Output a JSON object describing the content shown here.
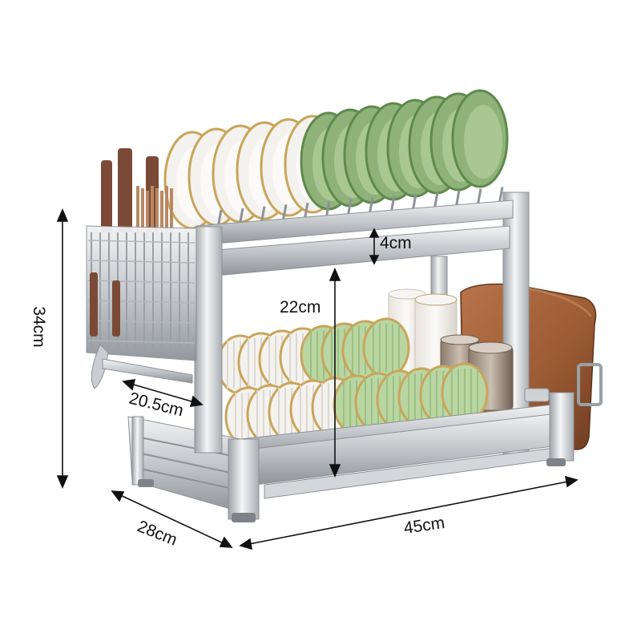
{
  "dimensions": {
    "height_total": "34cm",
    "clearance_top": "4cm",
    "tier_gap": "22cm",
    "holder_depth": "20.5cm",
    "depth": "28cm",
    "width": "45cm"
  },
  "colors": {
    "steel": "#c9ccd0",
    "steel_dark": "#8e9297",
    "steel_light": "#eef0f2",
    "plate_green": "#8fb27a",
    "plate_green_dark": "#5f8a4d",
    "plate_white": "#f4f2ee",
    "bowl_green": "#b9d6a2",
    "gold_rim": "#c9a55a",
    "wood": "#a5643c",
    "wood_dark": "#6e3d22",
    "knife_handle": "#7a4a36",
    "line": "#111111"
  },
  "illustration": "dish-rack-two-tier"
}
